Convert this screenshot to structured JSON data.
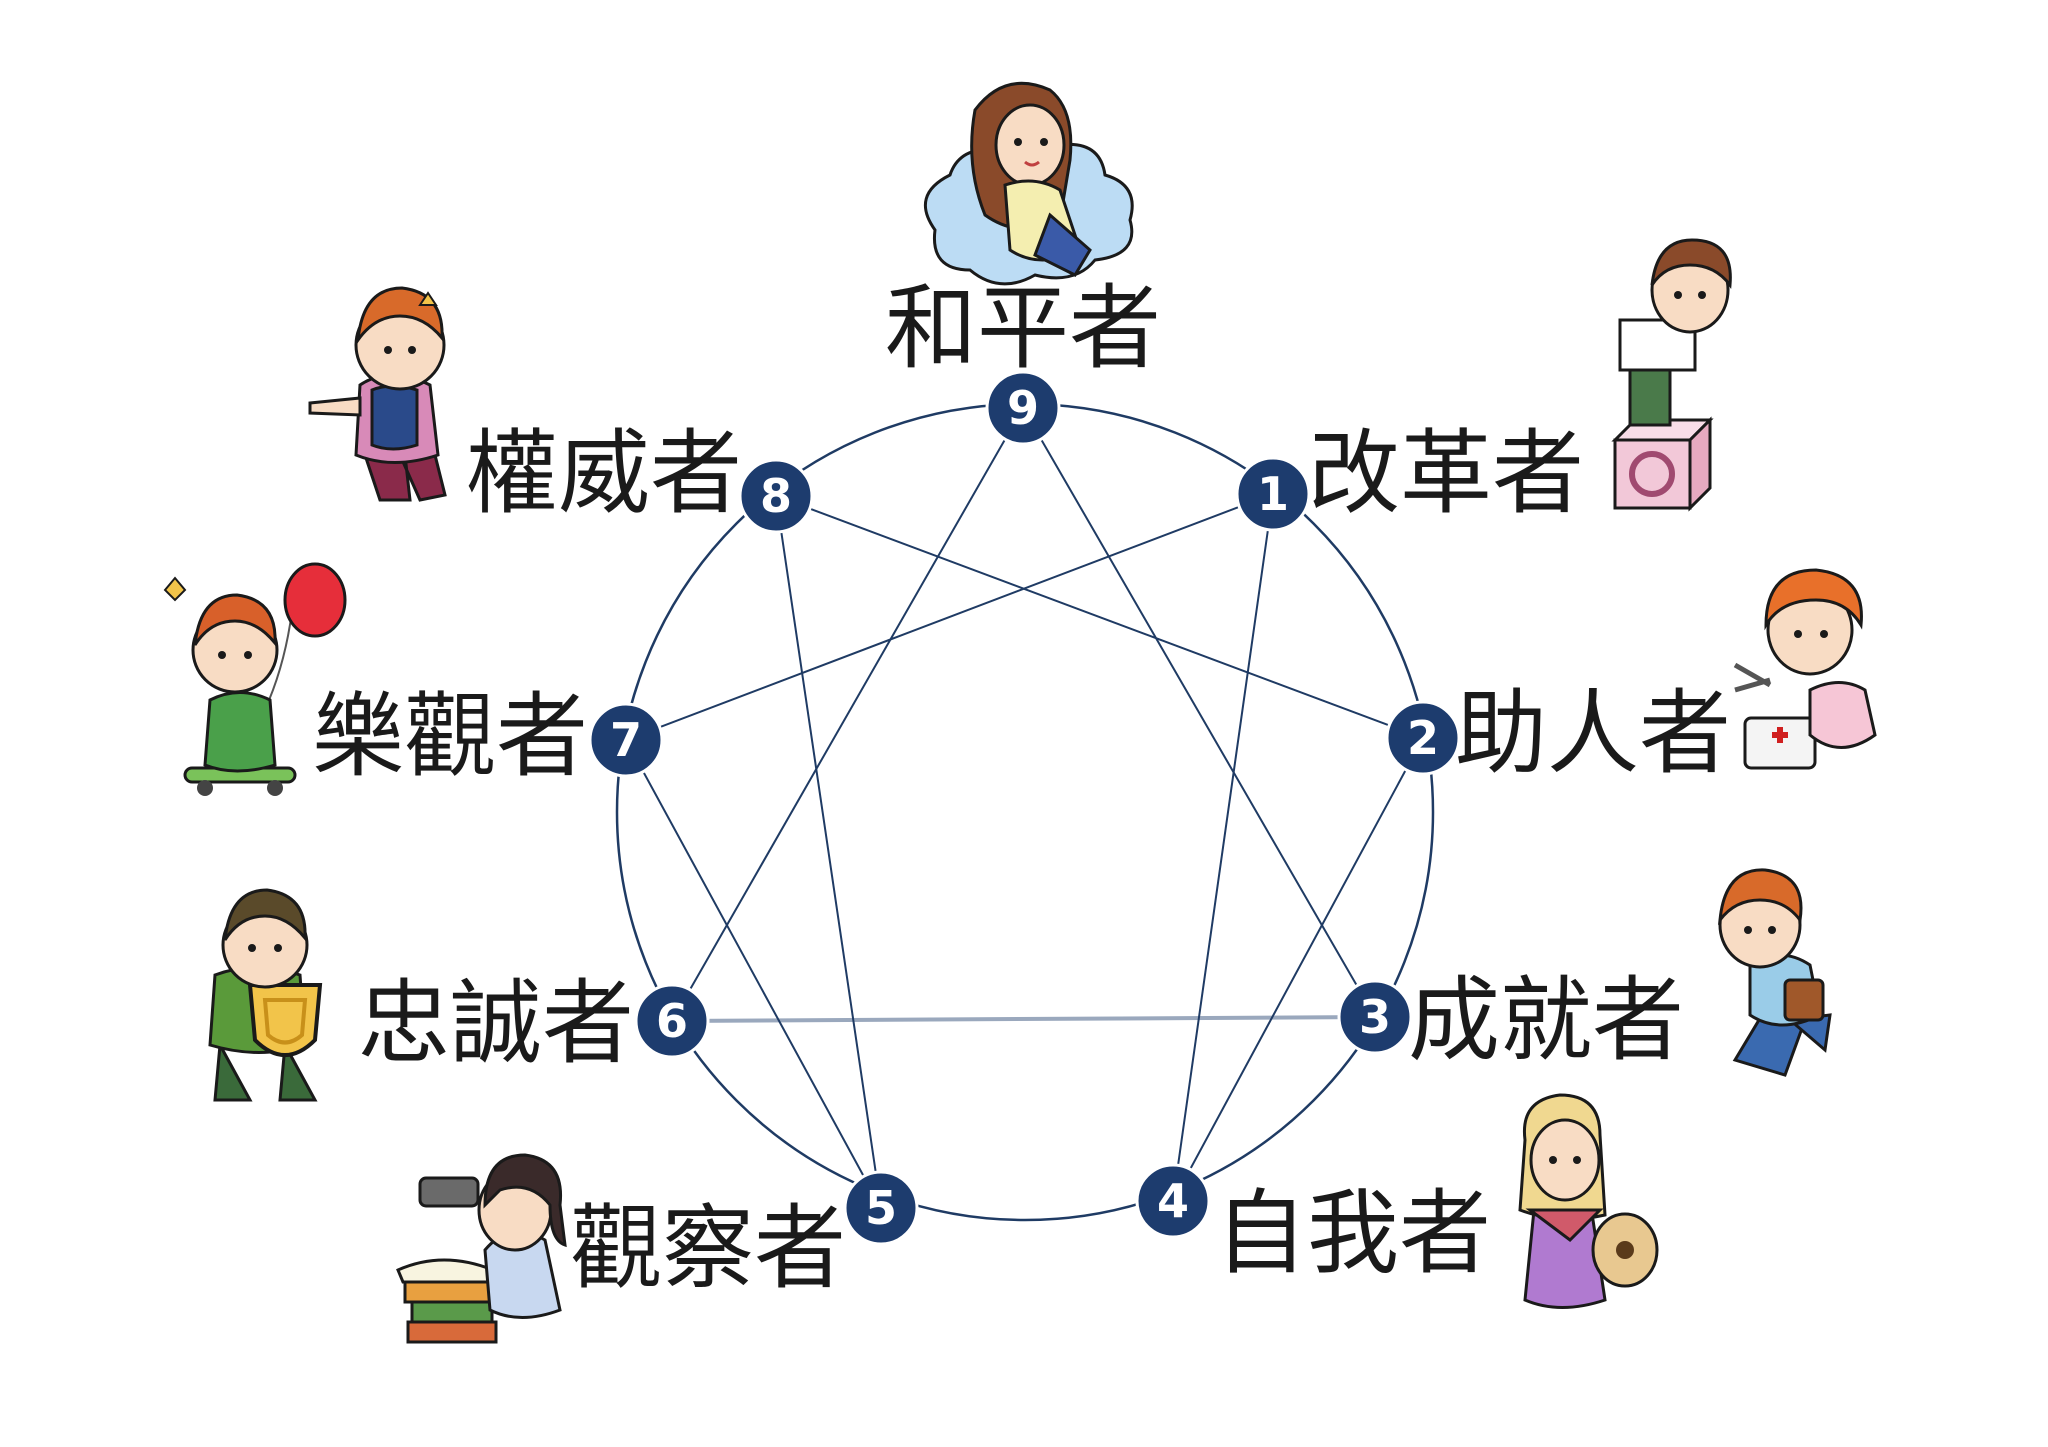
{
  "diagram": {
    "colors": {
      "node_fill": "#1d3c6e",
      "node_text": "#ffffff",
      "line": "#1f3b64",
      "label_text": "#1a1a1a"
    },
    "connections_star": [
      [
        1,
        4
      ],
      [
        4,
        2
      ],
      [
        2,
        8
      ],
      [
        8,
        5
      ],
      [
        5,
        7
      ],
      [
        7,
        1
      ]
    ],
    "connections_triangle": [
      [
        9,
        3
      ],
      [
        3,
        6
      ],
      [
        6,
        9
      ]
    ],
    "types": [
      {
        "number": "9",
        "label": "和平者",
        "figure": "girl-on-cloud"
      },
      {
        "number": "1",
        "label": "改革者",
        "figure": "boy-with-paper-on-box"
      },
      {
        "number": "2",
        "label": "助人者",
        "figure": "girl-with-scissors-first-aid"
      },
      {
        "number": "3",
        "label": "成就者",
        "figure": "running-boy"
      },
      {
        "number": "4",
        "label": "自我者",
        "figure": "girl-with-guitar"
      },
      {
        "number": "5",
        "label": "觀察者",
        "figure": "girl-with-binoculars-books"
      },
      {
        "number": "6",
        "label": "忠誠者",
        "figure": "boy-with-shield"
      },
      {
        "number": "7",
        "label": "樂觀者",
        "figure": "boy-on-skateboard-balloon"
      },
      {
        "number": "8",
        "label": "權威者",
        "figure": "boy-pointing"
      }
    ]
  }
}
